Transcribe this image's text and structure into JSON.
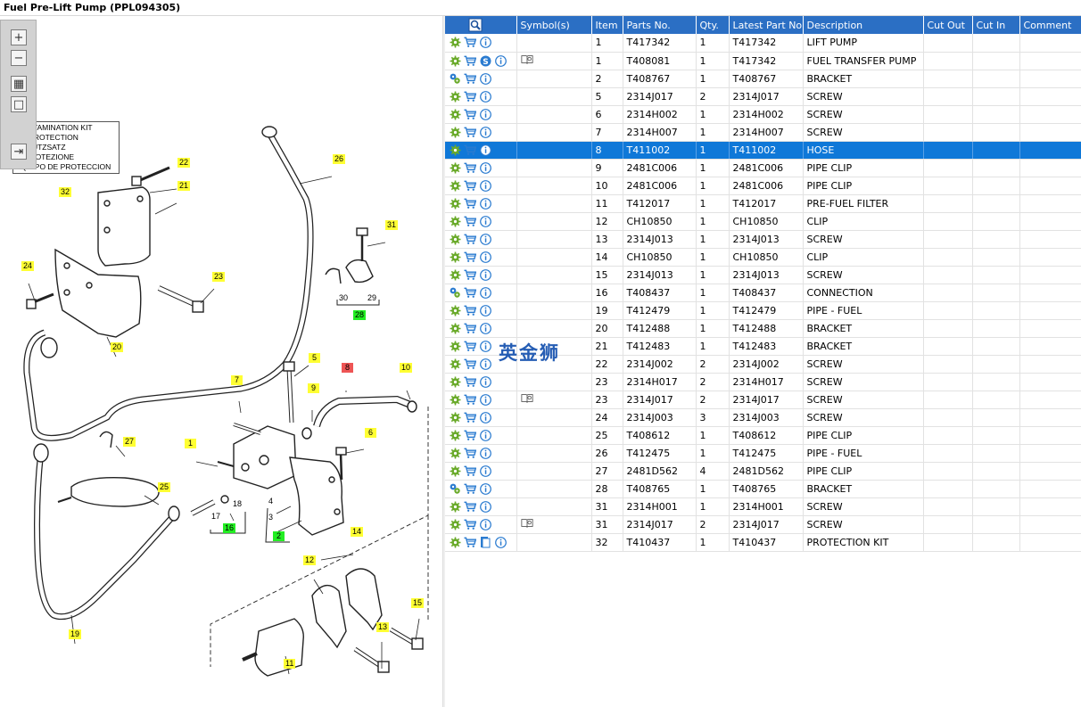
{
  "window": {
    "title": "Fuel Pre-Lift Pump (PPL094305)"
  },
  "diagram": {
    "kit_label": [
      "CONTAMINATION KIT",
      "DE PROTECTION",
      "SCHUTZSATZ",
      "IT PROTEZIONE",
      "EQUIPO DE PROTECCION"
    ],
    "callouts": [
      {
        "text": "22",
        "kind": "yellow"
      },
      {
        "text": "21",
        "kind": "yellow"
      },
      {
        "text": "26",
        "kind": "yellow"
      },
      {
        "text": "32",
        "kind": "yellow"
      },
      {
        "text": "31",
        "kind": "yellow"
      },
      {
        "text": "24",
        "kind": "yellow"
      },
      {
        "text": "23",
        "kind": "yellow"
      },
      {
        "text": "30",
        "kind": "plain"
      },
      {
        "text": "29",
        "kind": "plain"
      },
      {
        "text": "28",
        "kind": "green"
      },
      {
        "text": "20",
        "kind": "yellow"
      },
      {
        "text": "5",
        "kind": "yellow"
      },
      {
        "text": "8",
        "kind": "red"
      },
      {
        "text": "10",
        "kind": "yellow"
      },
      {
        "text": "7",
        "kind": "yellow"
      },
      {
        "text": "9",
        "kind": "yellow"
      },
      {
        "text": "6",
        "kind": "yellow"
      },
      {
        "text": "27",
        "kind": "yellow"
      },
      {
        "text": "1",
        "kind": "yellow"
      },
      {
        "text": "25",
        "kind": "yellow"
      },
      {
        "text": "4",
        "kind": "plain"
      },
      {
        "text": "3",
        "kind": "plain"
      },
      {
        "text": "18",
        "kind": "plain"
      },
      {
        "text": "17",
        "kind": "plain"
      },
      {
        "text": "16",
        "kind": "green"
      },
      {
        "text": "2",
        "kind": "green"
      },
      {
        "text": "14",
        "kind": "yellow"
      },
      {
        "text": "12",
        "kind": "yellow"
      },
      {
        "text": "15",
        "kind": "yellow"
      },
      {
        "text": "13",
        "kind": "yellow"
      },
      {
        "text": "19",
        "kind": "yellow"
      },
      {
        "text": "11",
        "kind": "yellow"
      }
    ]
  },
  "zoom_toolbar": {
    "zoom_in": "+",
    "zoom_out": "−",
    "fit": "▦",
    "actual": "□",
    "panel": "⇥"
  },
  "watermark": "英金狮",
  "table": {
    "headers": [
      "",
      "Symbol(s)",
      "Item",
      "Parts No.",
      "Qty.",
      "Latest Part No.",
      "Description",
      "Cut Out",
      "Cut In",
      "Comment"
    ],
    "rows": [
      {
        "icons": "gear cart info",
        "symbol": "",
        "item": "1",
        "part": "T417342",
        "qty": "1",
        "latest": "T417342",
        "desc": "LIFT PUMP"
      },
      {
        "icons": "gear cart s info",
        "symbol": "book",
        "item": "1",
        "part": "T408081",
        "qty": "1",
        "latest": "T417342",
        "desc": "FUEL TRANSFER PUMP"
      },
      {
        "icons": "gears cart info",
        "symbol": "",
        "item": "2",
        "part": "T408767",
        "qty": "1",
        "latest": "T408767",
        "desc": "BRACKET"
      },
      {
        "icons": "gear cart info",
        "symbol": "",
        "item": "5",
        "part": "2314J017",
        "qty": "2",
        "latest": "2314J017",
        "desc": "SCREW"
      },
      {
        "icons": "gear cart info",
        "symbol": "",
        "item": "6",
        "part": "2314H002",
        "qty": "1",
        "latest": "2314H002",
        "desc": "SCREW"
      },
      {
        "icons": "gear cart info",
        "symbol": "",
        "item": "7",
        "part": "2314H007",
        "qty": "1",
        "latest": "2314H007",
        "desc": "SCREW"
      },
      {
        "icons": "gear cart info",
        "symbol": "",
        "item": "8",
        "part": "T411002",
        "qty": "1",
        "latest": "T411002",
        "desc": "HOSE",
        "selected": true
      },
      {
        "icons": "gear cart info",
        "symbol": "",
        "item": "9",
        "part": "2481C006",
        "qty": "1",
        "latest": "2481C006",
        "desc": "PIPE CLIP"
      },
      {
        "icons": "gear cart info",
        "symbol": "",
        "item": "10",
        "part": "2481C006",
        "qty": "1",
        "latest": "2481C006",
        "desc": "PIPE CLIP"
      },
      {
        "icons": "gear cart info",
        "symbol": "",
        "item": "11",
        "part": "T412017",
        "qty": "1",
        "latest": "T412017",
        "desc": "PRE-FUEL FILTER"
      },
      {
        "icons": "gear cart info",
        "symbol": "",
        "item": "12",
        "part": "CH10850",
        "qty": "1",
        "latest": "CH10850",
        "desc": "CLIP"
      },
      {
        "icons": "gear cart info",
        "symbol": "",
        "item": "13",
        "part": "2314J013",
        "qty": "1",
        "latest": "2314J013",
        "desc": "SCREW"
      },
      {
        "icons": "gear cart info",
        "symbol": "",
        "item": "14",
        "part": "CH10850",
        "qty": "1",
        "latest": "CH10850",
        "desc": "CLIP"
      },
      {
        "icons": "gear cart info",
        "symbol": "",
        "item": "15",
        "part": "2314J013",
        "qty": "1",
        "latest": "2314J013",
        "desc": "SCREW"
      },
      {
        "icons": "gears cart info",
        "symbol": "",
        "item": "16",
        "part": "T408437",
        "qty": "1",
        "latest": "T408437",
        "desc": "CONNECTION"
      },
      {
        "icons": "gear cart info",
        "symbol": "",
        "item": "19",
        "part": "T412479",
        "qty": "1",
        "latest": "T412479",
        "desc": "PIPE - FUEL"
      },
      {
        "icons": "gear cart info",
        "symbol": "",
        "item": "20",
        "part": "T412488",
        "qty": "1",
        "latest": "T412488",
        "desc": "BRACKET"
      },
      {
        "icons": "gear cart info",
        "symbol": "",
        "item": "21",
        "part": "T412483",
        "qty": "1",
        "latest": "T412483",
        "desc": "BRACKET"
      },
      {
        "icons": "gear cart info",
        "symbol": "",
        "item": "22",
        "part": "2314J002",
        "qty": "2",
        "latest": "2314J002",
        "desc": "SCREW"
      },
      {
        "icons": "gear cart info",
        "symbol": "",
        "item": "23",
        "part": "2314H017",
        "qty": "2",
        "latest": "2314H017",
        "desc": "SCREW"
      },
      {
        "icons": "gear cart info",
        "symbol": "book",
        "item": "23",
        "part": "2314J017",
        "qty": "2",
        "latest": "2314J017",
        "desc": "SCREW"
      },
      {
        "icons": "gear cart info",
        "symbol": "",
        "item": "24",
        "part": "2314J003",
        "qty": "3",
        "latest": "2314J003",
        "desc": "SCREW"
      },
      {
        "icons": "gear cart info",
        "symbol": "",
        "item": "25",
        "part": "T408612",
        "qty": "1",
        "latest": "T408612",
        "desc": "PIPE CLIP"
      },
      {
        "icons": "gear cart info",
        "symbol": "",
        "item": "26",
        "part": "T412475",
        "qty": "1",
        "latest": "T412475",
        "desc": "PIPE - FUEL"
      },
      {
        "icons": "gear cart info",
        "symbol": "",
        "item": "27",
        "part": "2481D562",
        "qty": "4",
        "latest": "2481D562",
        "desc": "PIPE CLIP"
      },
      {
        "icons": "gears cart info",
        "symbol": "",
        "item": "28",
        "part": "T408765",
        "qty": "1",
        "latest": "T408765",
        "desc": "BRACKET"
      },
      {
        "icons": "gear cart info",
        "symbol": "",
        "item": "31",
        "part": "2314H001",
        "qty": "1",
        "latest": "2314H001",
        "desc": "SCREW"
      },
      {
        "icons": "gear cart info",
        "symbol": "book",
        "item": "31",
        "part": "2314J017",
        "qty": "2",
        "latest": "2314J017",
        "desc": "SCREW"
      },
      {
        "icons": "gear cart doc info",
        "symbol": "",
        "item": "32",
        "part": "T410437",
        "qty": "1",
        "latest": "T410437",
        "desc": "PROTECTION KIT"
      }
    ]
  },
  "colors": {
    "header": "#2b6fc4",
    "selected": "#0f78d8",
    "callout_yellow": "#ffff33",
    "callout_green": "#22ee22",
    "callout_red": "#ee5555",
    "gear": "#6aaa2a",
    "cart": "#2a7bd0",
    "info": "#2a7bd0"
  }
}
